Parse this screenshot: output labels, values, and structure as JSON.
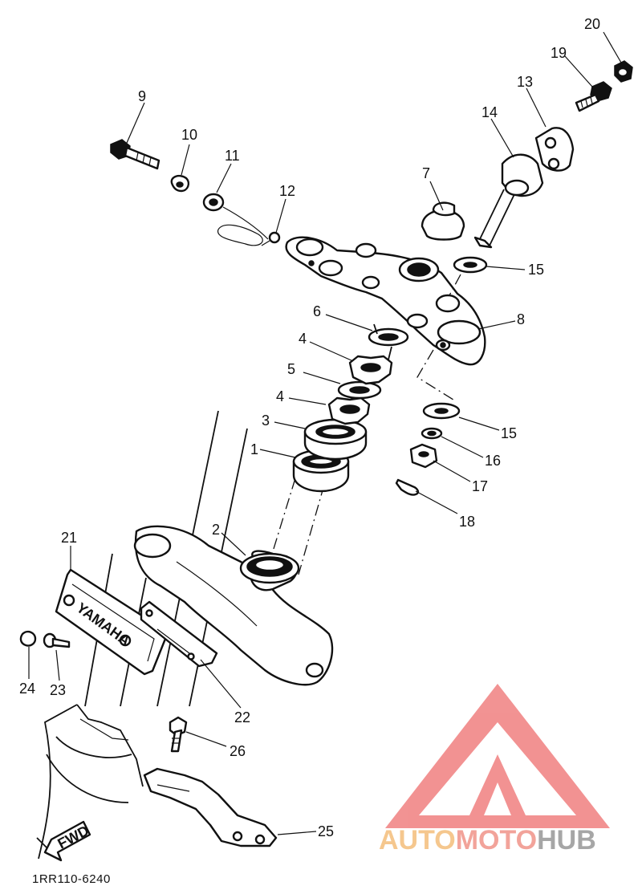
{
  "diagram": {
    "drawing_code": "1RR110-6240",
    "callouts": [
      "1",
      "2",
      "3",
      "4",
      "4",
      "5",
      "6",
      "7",
      "8",
      "9",
      "10",
      "11",
      "12",
      "13",
      "14",
      "15",
      "15",
      "16",
      "17",
      "18",
      "19",
      "20",
      "21",
      "22",
      "23",
      "24",
      "25",
      "26"
    ],
    "cover_marking": "YAMAHA",
    "direction_arrow": "FWD"
  },
  "watermark": {
    "part1": "AUTO",
    "part2": "MOTO",
    "part3": "HUB",
    "colors": {
      "auto": "#f5c78e",
      "moto": "#f2a39a",
      "hub": "#a6a6a6",
      "logo": "#f08080"
    }
  }
}
